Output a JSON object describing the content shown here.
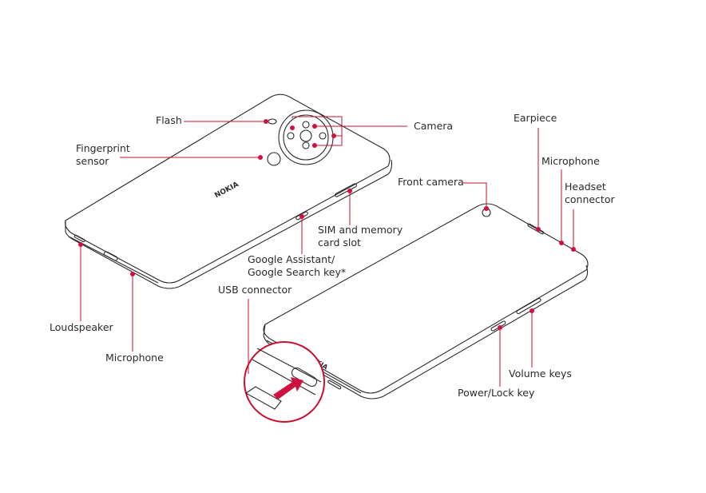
{
  "labels": {
    "flash": "Flash",
    "camera": "Camera",
    "fingerprint_1": "Fingerprint",
    "fingerprint_2": "sensor",
    "sim_1": "SIM and memory",
    "sim_2": "card slot",
    "google_1": "Google Assistant/",
    "google_2": "Google Search key*",
    "loudspeaker": "Loudspeaker",
    "microphone_bottom": "Microphone",
    "usb": "USB connector",
    "front_camera": "Front camera",
    "earpiece": "Earpiece",
    "microphone_top": "Microphone",
    "headset_1": "Headset",
    "headset_2": "connector",
    "volume": "Volume keys",
    "power": "Power/Lock key"
  },
  "brand": "NOKIA",
  "colors": {
    "accent": "#d01040",
    "line": "#2a2a2a"
  }
}
